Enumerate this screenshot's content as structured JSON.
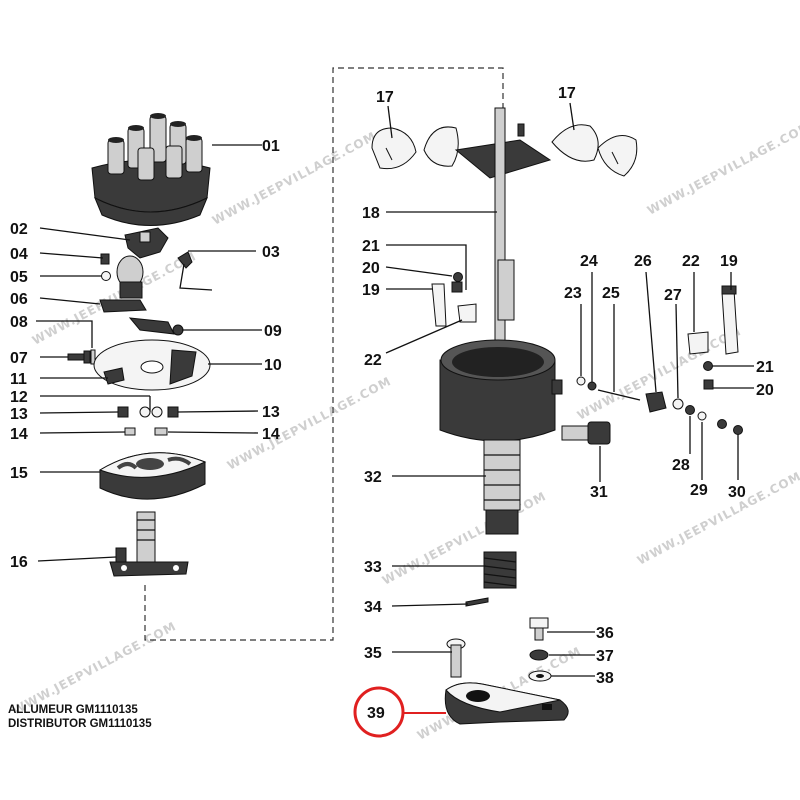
{
  "watermark": "WWW.JEEPVILLAGE.COM",
  "caption": {
    "line1": "ALLUMEUR GM1110135",
    "line2": "DISTRIBUTOR GM1110135"
  },
  "highlight": {
    "part": "39",
    "color": "#e02020"
  },
  "labels": {
    "p01": "01",
    "p02": "02",
    "p03": "03",
    "p04": "04",
    "p05": "05",
    "p06": "06",
    "p07": "07",
    "p08": "08",
    "p09": "09",
    "p10": "10",
    "p11": "11",
    "p12": "12",
    "p13a": "13",
    "p13b": "13",
    "p14a": "14",
    "p14b": "14",
    "p15": "15",
    "p16": "16",
    "p17a": "17",
    "p17b": "17",
    "p18": "18",
    "p19a": "19",
    "p19b": "19",
    "p20a": "20",
    "p20b": "20",
    "p21a": "21",
    "p21b": "21",
    "p22a": "22",
    "p22b": "22",
    "p23": "23",
    "p24": "24",
    "p25": "25",
    "p26": "26",
    "p27": "27",
    "p28": "28",
    "p29": "29",
    "p30": "30",
    "p31": "31",
    "p32": "32",
    "p33": "33",
    "p34": "34",
    "p35": "35",
    "p36": "36",
    "p37": "37",
    "p38": "38",
    "p39": "39"
  }
}
